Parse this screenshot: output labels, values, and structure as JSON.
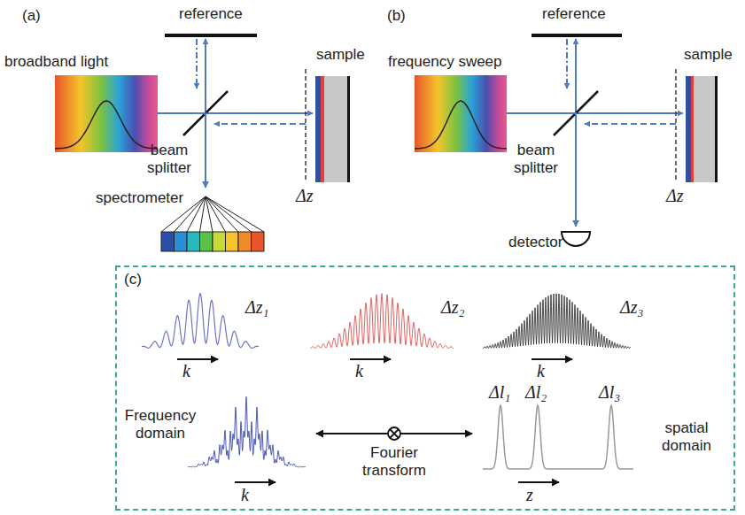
{
  "diagram": {
    "nodes": [
      {
        "text": [
          "broadband light"
        ]
      },
      {
        "text": [
          "spectrometer"
        ]
      },
      {
        "text": [
          "frequency sweep"
        ]
      },
      {
        "text": [
          "detector"
        ]
      },
      {
        "text": [
          "(c)"
        ]
      }
    ],
    "edges": [
      {
        "from": 0,
        "to": 1,
        "arrow": "to"
      },
      {
        "from": 2,
        "to": 3,
        "arrow": "to"
      }
    ],
    "labels": [
      "(a)",
      "reference",
      "sample",
      "beam splitter",
      "Δz",
      "(b)",
      "reference",
      "sample",
      "beam splitter",
      "Δz",
      "Δz₁",
      "k",
      "Δz₂",
      "k",
      "Δz₃",
      "k",
      "Frequency domain",
      "Fourier transform",
      "k",
      "Δl₁",
      "Δl₂",
      "Δl₃",
      "spatial domain",
      "z"
    ]
  }
}
